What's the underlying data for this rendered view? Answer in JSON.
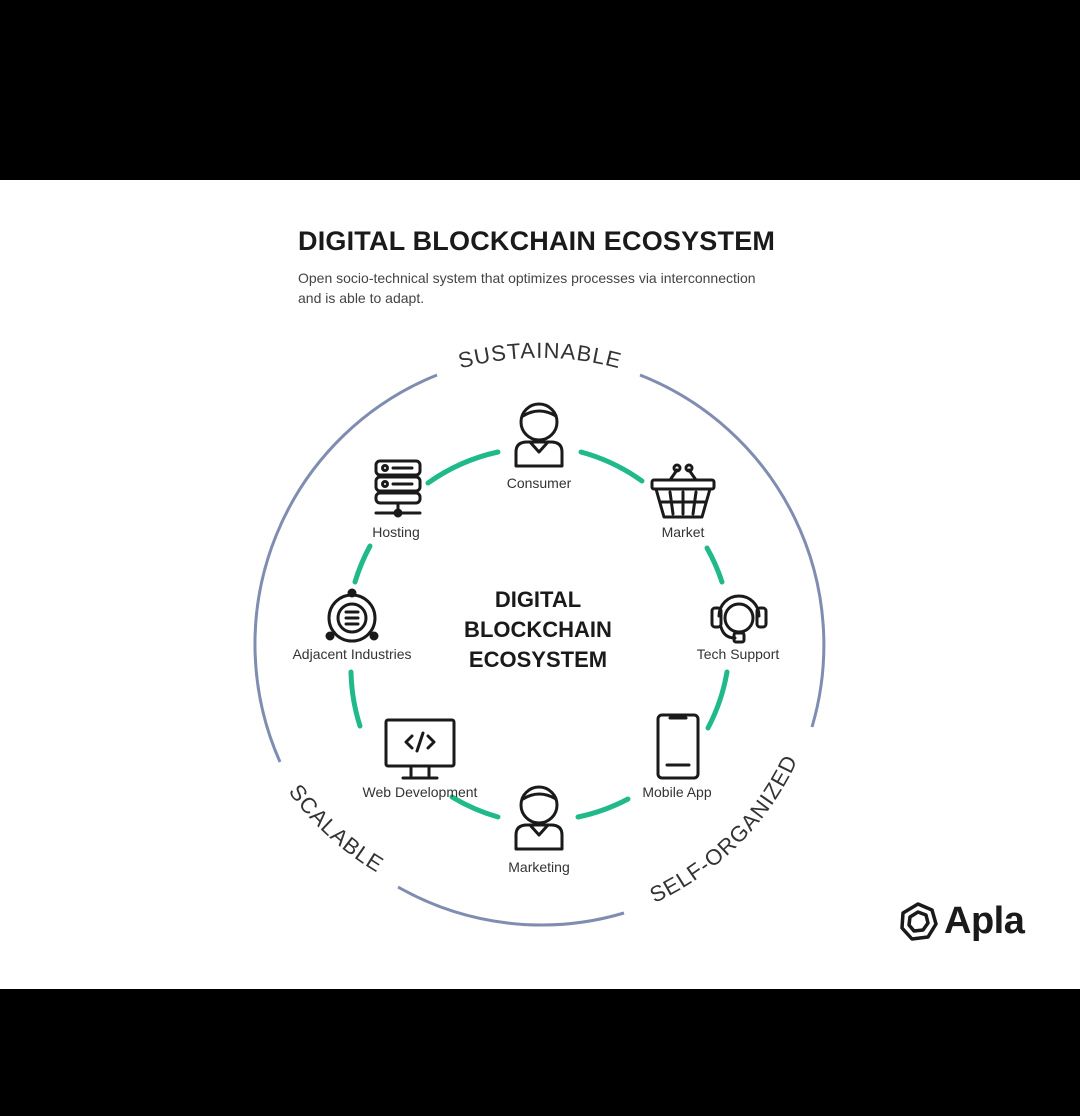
{
  "header": {
    "title": "DIGITAL BLOCKCHAIN ECOSYSTEM",
    "subtitle_line1": "Open socio-technical system that optimizes processes via interconnection",
    "subtitle_line2": "and is able to adapt."
  },
  "outer_ring_labels": {
    "top": "SUSTAINABLE",
    "left": "SCALABLE",
    "right": "SELF-ORGANIZED"
  },
  "center": {
    "line1": "DIGITAL",
    "line2": "BLOCKCHAIN",
    "line3": "ECOSYSTEM"
  },
  "nodes": [
    {
      "label": "Consumer",
      "icon": "person-icon"
    },
    {
      "label": "Market",
      "icon": "basket-icon"
    },
    {
      "label": "Tech Support",
      "icon": "headset-icon"
    },
    {
      "label": "Mobile App",
      "icon": "smartphone-icon"
    },
    {
      "label": "Marketing",
      "icon": "person-icon"
    },
    {
      "label": "Web Development",
      "icon": "monitor-code-icon"
    },
    {
      "label": "Adjacent Industries",
      "icon": "orbit-coin-icon"
    },
    {
      "label": "Hosting",
      "icon": "server-icon"
    }
  ],
  "logo": {
    "text": "Apla",
    "icon": "apla-logo-icon"
  },
  "colors": {
    "outer_ring": "#7f8db0",
    "inner_ring": "#1fb98a",
    "text": "#1a1a1a",
    "background": "#ffffff",
    "frame": "#000000"
  }
}
